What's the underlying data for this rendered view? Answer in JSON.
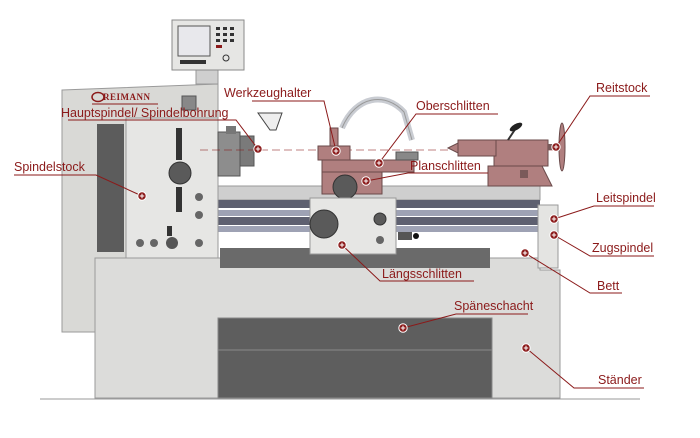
{
  "brand": "REIMANN",
  "colors": {
    "label": "#8b1a1a",
    "marker_fill": "#8b1a1a",
    "body": "#d8d8d6",
    "dark": "#5a5a5a",
    "tool_parts": "#b07f7f"
  },
  "labels": {
    "werkzeughalter": "Werkzeughalter",
    "hauptspindel": "Hauptspindel/ Spindelbohrung",
    "oberschlitten": "Oberschlitten",
    "reitstock": "Reitstock",
    "planschlitten": "Planschlitten",
    "spindelstock": "Spindelstock",
    "leitspindel": "Leitspindel",
    "zugspindel": "Zugspindel",
    "laengsschlitten": "Längsschlitten",
    "bett": "Bett",
    "spaeneschacht": "Späneschacht",
    "staender": "Ständer"
  }
}
